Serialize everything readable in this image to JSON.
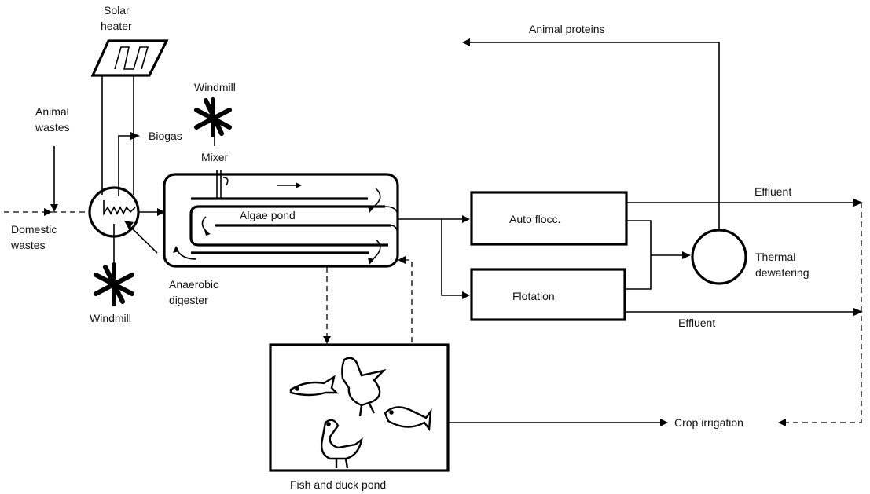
{
  "diagram": {
    "type": "process-flow",
    "labels": {
      "solar_heater_line1": "Solar",
      "solar_heater_line2": "heater",
      "windmill_top": "Windmill",
      "animal_wastes_line1": "Animal",
      "animal_wastes_line2": "wastes",
      "biogas": "Biogas",
      "mixer": "Mixer",
      "domestic_wastes_line1": "Domestic",
      "domestic_wastes_line2": "wastes",
      "anaerobic_digester_line1": "Anaerobic",
      "anaerobic_digester_line2": "digester",
      "windmill_bottom": "Windmill",
      "algae_pond": "Algae pond",
      "auto_flocc": "Auto flocc.",
      "flotation": "Flotation",
      "animal_proteins": "Animal proteins",
      "effluent_top": "Effluent",
      "effluent_bottom": "Effluent",
      "thermal_dewatering_line1": "Thermal",
      "thermal_dewatering_line2": "dewatering",
      "crop_irrigation": "Crop irrigation",
      "fish_duck_pond": "Fish and duck pond"
    },
    "nodes": [
      "Solar heater",
      "Windmill (mixer)",
      "Anaerobic digester",
      "Windmill (digester)",
      "Algae pond",
      "Auto flocc.",
      "Flotation",
      "Thermal dewatering",
      "Fish and duck pond"
    ],
    "edges": [
      {
        "from": "Domestic wastes",
        "to": "Anaerobic digester"
      },
      {
        "from": "Animal wastes",
        "to": "Anaerobic digester"
      },
      {
        "from": "Anaerobic digester",
        "to": "Biogas"
      },
      {
        "from": "Solar heater",
        "to": "Anaerobic digester"
      },
      {
        "from": "Anaerobic digester",
        "to": "Algae pond"
      },
      {
        "from": "Algae pond",
        "to": "Auto flocc."
      },
      {
        "from": "Algae pond",
        "to": "Flotation"
      },
      {
        "from": "Algae pond",
        "to": "Fish and duck pond",
        "style": "dashed"
      },
      {
        "from": "Fish and duck pond",
        "to": "Algae pond",
        "style": "dashed"
      },
      {
        "from": "Auto flocc.",
        "to": "Thermal dewatering"
      },
      {
        "from": "Flotation",
        "to": "Thermal dewatering"
      },
      {
        "from": "Thermal dewatering",
        "to": "Animal proteins"
      },
      {
        "from": "Auto flocc.",
        "to": "Effluent"
      },
      {
        "from": "Flotation",
        "to": "Effluent"
      },
      {
        "from": "Effluent",
        "to": "Crop irrigation"
      },
      {
        "from": "Fish and duck pond",
        "to": "Crop irrigation"
      }
    ]
  }
}
